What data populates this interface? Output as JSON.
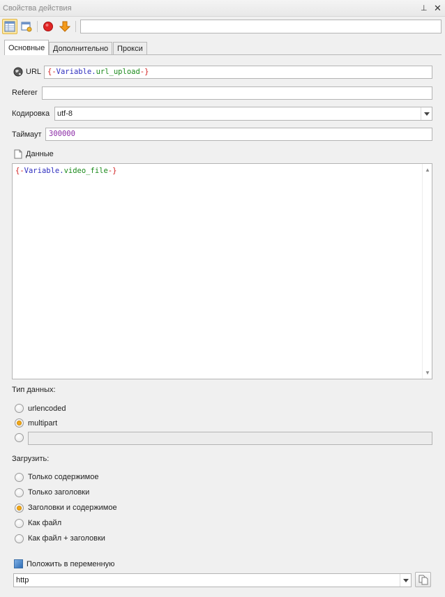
{
  "window": {
    "title": "Свойства действия",
    "pin_glyph": "⊥",
    "close_glyph": "✕"
  },
  "toolbar": {
    "buttons": [
      {
        "icon": "properties-grid-icon",
        "active": true
      },
      {
        "icon": "settings-window-icon",
        "active": false
      },
      {
        "icon": "stop-record-icon",
        "active": false
      },
      {
        "icon": "arrow-down-icon",
        "active": false
      }
    ],
    "input_value": ""
  },
  "tabs": [
    {
      "label": "Основные",
      "active": true
    },
    {
      "label": "Дополнительно",
      "active": false
    },
    {
      "label": "Прокси",
      "active": false
    }
  ],
  "form": {
    "url": {
      "label": "URL",
      "icon": "globe-icon",
      "value_brace_open": "{-",
      "value_ns": "Variable.",
      "value_name": "url_upload",
      "value_brace_close": "-}"
    },
    "referer": {
      "label": "Referer",
      "value": ""
    },
    "encoding": {
      "label": "Кодировка",
      "value": "utf-8"
    },
    "timeout": {
      "label": "Таймаут",
      "value": "300000"
    },
    "data": {
      "label": "Данные",
      "icon": "document-icon",
      "value_brace_open": "{-",
      "value_ns": "Variable.",
      "value_name": "video_file",
      "value_brace_close": "-}"
    },
    "data_type": {
      "label": "Тип данных:",
      "options": [
        {
          "label": "urlencoded",
          "checked": false
        },
        {
          "label": "multipart",
          "checked": true
        },
        {
          "label": "",
          "checked": false
        }
      ],
      "custom_value": ""
    },
    "load": {
      "label": "Загрузить:",
      "options": [
        {
          "label": "Только содержимое",
          "checked": false
        },
        {
          "label": "Только заголовки",
          "checked": false
        },
        {
          "label": "Заголовки и содержимое",
          "checked": true
        },
        {
          "label": "Как файл",
          "checked": false
        },
        {
          "label": "Как файл + заголовки",
          "checked": false
        }
      ]
    },
    "save_to_var": {
      "label": "Положить в переменную",
      "value": "http"
    }
  },
  "colors": {
    "accent_radio": "#f0a81b",
    "var_brace": "#d21e1e",
    "var_namespace": "#2f2fbf",
    "var_name": "#1b8a1b",
    "number": "#8b2aa6"
  }
}
